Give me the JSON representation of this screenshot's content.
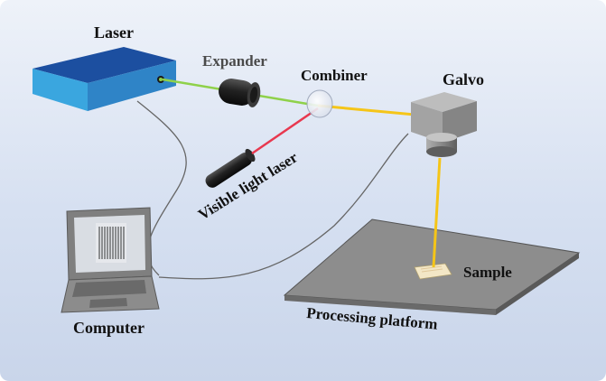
{
  "labels": {
    "laser": "Laser",
    "expander": "Expander",
    "combiner": "Combiner",
    "galvo": "Galvo",
    "visible_light_laser": "Visible light laser",
    "computer": "Computer",
    "sample": "Sample",
    "processing_platform": "Processing platform"
  },
  "colors": {
    "background": "#dce4f3",
    "laser_box_front": "#3aa6df",
    "laser_box_top": "#1c4fa0",
    "green_beam": "#8fd14a",
    "red_beam": "#e8384f",
    "yellow_beam": "#f5c518",
    "device_grey": "#9a9a9a",
    "cable": "#555555"
  }
}
